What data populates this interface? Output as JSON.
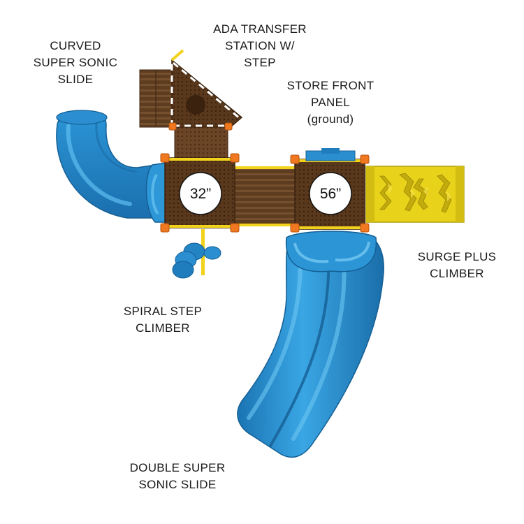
{
  "labels": {
    "curved_slide": [
      "CURVED",
      "SUPER SONIC",
      "SLIDE"
    ],
    "ada_station": [
      "ADA TRANSFER",
      "STATION W/",
      "STEP"
    ],
    "store_front": [
      "STORE FRONT",
      "PANEL",
      "(ground)"
    ],
    "surge_climber": [
      "SURGE PLUS",
      "CLIMBER"
    ],
    "spiral_climber": [
      "SPIRAL STEP",
      "CLIMBER"
    ],
    "double_slide": [
      "DOUBLE SUPER",
      "SONIC SLIDE"
    ]
  },
  "deck_heights": {
    "left_deck": "32”",
    "right_deck": "56”"
  },
  "colors": {
    "slide_blue": "#1f86c9",
    "slide_blue_light": "#4fb3ea",
    "deck_brown": "#5c3a1e",
    "post_yellow": "#f2d21b",
    "clamp_orange": "#f07820",
    "climber_yellow": "#e8d21a"
  }
}
